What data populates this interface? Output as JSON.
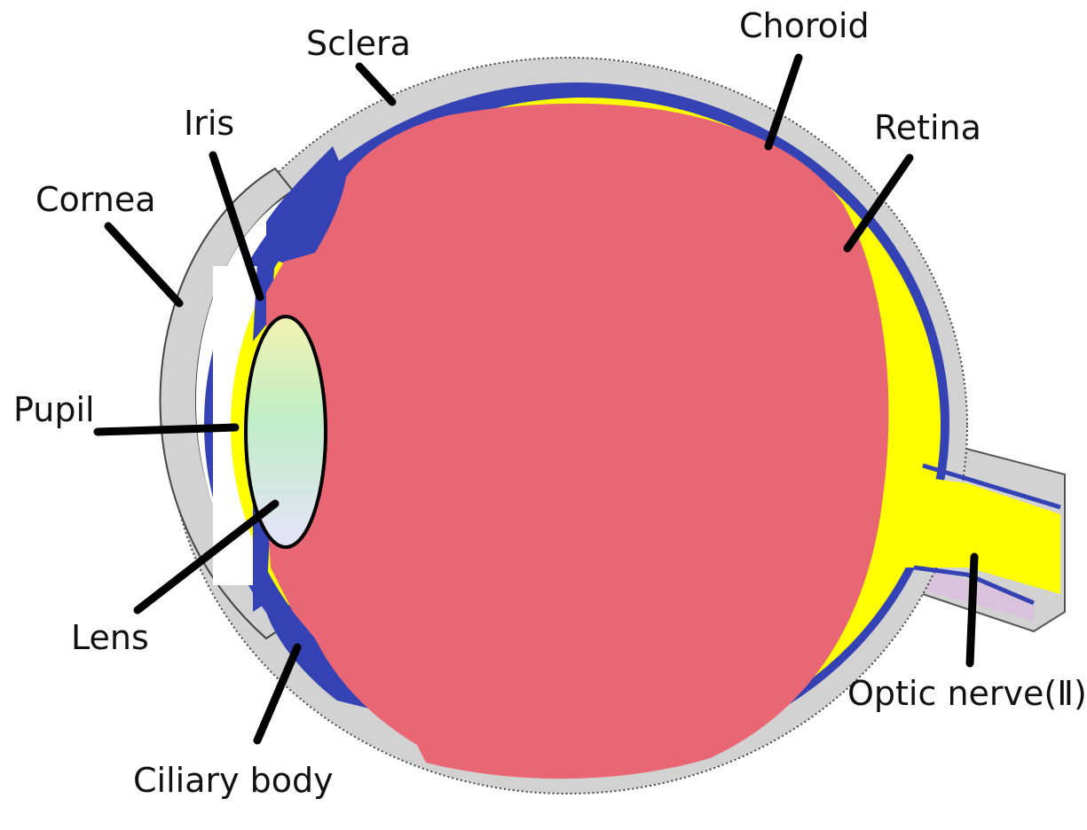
{
  "diagram": {
    "labels": {
      "sclera": "Sclera",
      "choroid": "Choroid",
      "iris": "Iris",
      "retina": "Retina",
      "cornea": "Cornea",
      "pupil": "Pupil",
      "lens": "Lens",
      "ciliary_body": "Ciliary body",
      "optic_nerve": "Optic nerve(Ⅱ)"
    },
    "colors": {
      "sclera": "#d2d2d2",
      "choroid": "#3442b4",
      "retina": "#ffff00",
      "vitreous": "#e96674",
      "lens_top": "#f2f2b0",
      "lens_mid": "#bfeec6",
      "lens_bottom": "#e4e0f8",
      "optic_sheath": "#d8c2dc",
      "leader": "#000000"
    }
  }
}
